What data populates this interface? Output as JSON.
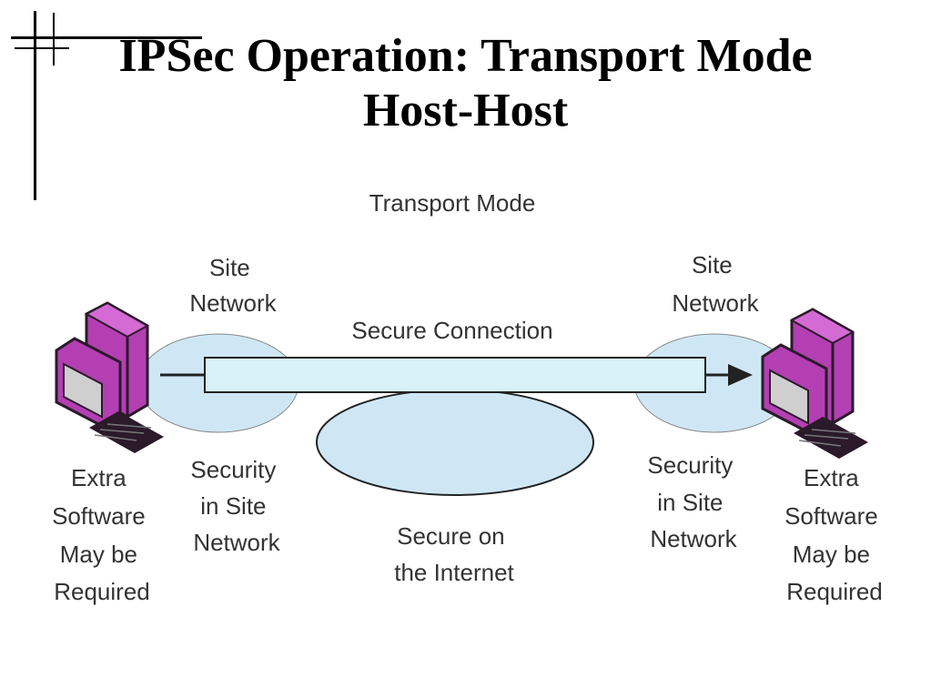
{
  "title": {
    "line1": "IPSec Operation: Transport Mode",
    "line2": "Host-Host"
  },
  "diagram": {
    "heading": "Transport Mode",
    "connection_label": "Secure Connection",
    "left_site": {
      "network_label": [
        "Site",
        "Network"
      ],
      "security_label": [
        "Security",
        "in Site",
        "Network"
      ],
      "host_note": [
        "Extra",
        "Software",
        "May be",
        "Required"
      ]
    },
    "right_site": {
      "network_label": [
        "Site",
        "Network"
      ],
      "security_label": [
        "Security",
        "in Site",
        "Network"
      ],
      "host_note": [
        "Extra",
        "Software",
        "May be",
        "Required"
      ]
    },
    "internet_label": [
      "Secure on",
      "the Internet"
    ],
    "icons": [
      "left-computer-icon",
      "right-computer-icon",
      "arrow-icon"
    ],
    "colors": {
      "cloud_fill": "#cfe7f5",
      "tunnel_fill": "#d7f3f7",
      "computer_body": "#b33fb3",
      "computer_dark": "#2a1a2a",
      "screen": "#cfcfcf",
      "text": "#333333"
    }
  }
}
